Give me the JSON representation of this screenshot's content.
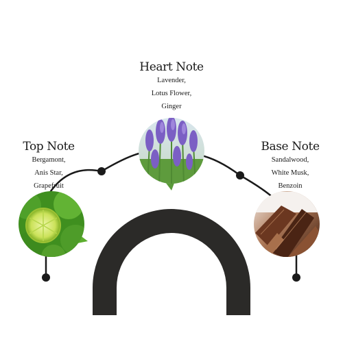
{
  "notes": {
    "top": {
      "title": "Top Note",
      "items": [
        "Bergamont,",
        "Anis Star,",
        "Grapefruit"
      ],
      "image_icon": "bergamot-icon"
    },
    "heart": {
      "title": "Heart Note",
      "items": [
        "Lavender,",
        "Lotus Flower,",
        "Ginger"
      ],
      "image_icon": "lavender-icon"
    },
    "base": {
      "title": "Base Note",
      "items": [
        "Sandalwood,",
        "White Musk,",
        "Benzoin"
      ],
      "image_icon": "sandalwood-icon"
    }
  },
  "colors": {
    "line": "#1a1a1a",
    "arch": "#2b2a28",
    "bergamot": "#5cae2e",
    "lavender": "#7b5fc4",
    "wood": "#5a2f1c"
  }
}
